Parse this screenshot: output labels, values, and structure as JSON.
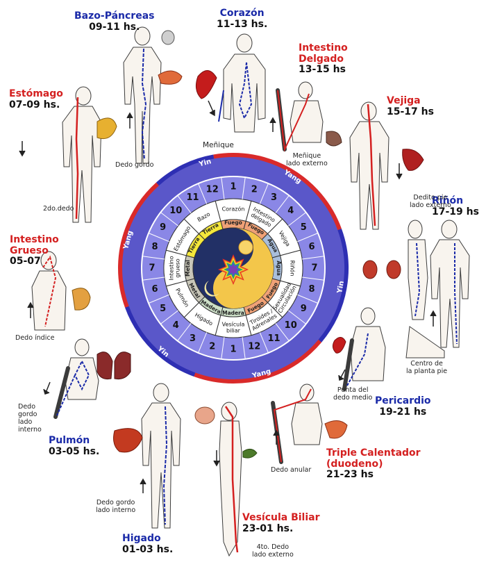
{
  "colors": {
    "red": "#d42020",
    "blue": "#1a2aa8",
    "ring_outer": "#5a57c9",
    "ring_light": "#8a87e6",
    "yin": "#2e2fb3",
    "yang": "#d92a2a",
    "fuego": "#f0a176",
    "tierra": "#f5e83b",
    "metal": "#c8c6b8",
    "agua": "#a9bedb",
    "madera": "#cde0c8",
    "center_dark": "#223066",
    "center_gold": "#f3c64a",
    "body_skin": "#f8f4ee",
    "outline": "#3b3b3b"
  },
  "wheel": {
    "hours": [
      "1",
      "2",
      "3",
      "4",
      "5",
      "6",
      "7",
      "8",
      "9",
      "10",
      "11",
      "12",
      "1",
      "2",
      "3",
      "4",
      "5",
      "6",
      "7",
      "8",
      "9",
      "10",
      "11",
      "12"
    ],
    "yin_label_1": "Yin",
    "yin_label_2": "Yin",
    "yin_label_3": "Yin",
    "yang_label_1": "Yang",
    "yang_label_2": "Yang",
    "yang_label_3": "Yang",
    "organs": [
      {
        "name": "Corazón",
        "element": "Fuego"
      },
      {
        "name": "Intestino delgado",
        "element": "Fuego"
      },
      {
        "name": "Vejiga",
        "element": "Agua"
      },
      {
        "name": "Riñón",
        "element": "Agua"
      },
      {
        "name": "Sexualidad Circulación",
        "element": "Fuego"
      },
      {
        "name": "Tiroides / Adrenales",
        "element": "Fuego"
      },
      {
        "name": "Vesícula biliar",
        "element": "Madera"
      },
      {
        "name": "Hígado",
        "element": "Madera"
      },
      {
        "name": "Pulmón",
        "element": "Metal"
      },
      {
        "name": "Intestino grueso",
        "element": "Metal"
      },
      {
        "name": "Estómago",
        "element": "Tierra"
      },
      {
        "name": "Bazo",
        "element": "Tierra"
      }
    ]
  },
  "meridians": {
    "bazo": {
      "name": "Bazo-Páncreas",
      "hours": "09-11 hs."
    },
    "corazon": {
      "name": "Corazón",
      "hours": "11-13 hs."
    },
    "intestino_delgado": {
      "name_1": "Intestino",
      "name_2": "Delgado",
      "hours": "13-15 hs"
    },
    "vejiga": {
      "name": "Vejiga",
      "hours": "15-17 hs"
    },
    "rinon": {
      "name": "Riñón",
      "hours": "17-19 hs"
    },
    "pericardio": {
      "name": "Pericardio",
      "hours": "19-21 hs"
    },
    "triple": {
      "name_1": "Triple Calentador",
      "name_2": "(duodeno)",
      "hours": "21-23 hs"
    },
    "vesicula": {
      "name": "Vesícula Biliar",
      "hours": "23-01 hs."
    },
    "higado": {
      "name": "Higado",
      "hours": "01-03 hs."
    },
    "pulmon": {
      "name": "Pulmón",
      "hours": "03-05 hs."
    },
    "intestino_grueso": {
      "name_1": "Intestino",
      "name_2": "Grueso",
      "hours": "05-07"
    },
    "estomago": {
      "name": "Estómago",
      "hours": "07-09 hs."
    }
  },
  "notes": {
    "dedo_gordo": "Dedo gordo",
    "menique": "Meñique",
    "menique_ext_1": "Meñique",
    "menique_ext_2": "lado externo",
    "dedito_1": "Dedito pie",
    "dedito_2": "lado externo",
    "dos_dedo": "2do.dedo",
    "dedo_indice": "Dedo índice",
    "gordo_int_1": "Dedo",
    "gordo_int_2": "gordo",
    "gordo_int_3": "lado",
    "gordo_int_4": "interno",
    "centro_1": "Centro de",
    "centro_2": "la planta pie",
    "punta_1": "Punta del",
    "punta_2": "dedo medio",
    "anular": "Dedo anular",
    "dedo_gordo_int_1": "Dedo gordo",
    "dedo_gordo_int_2": "lado interno",
    "cuarto_1": "4to. Dedo",
    "cuarto_2": "lado externo"
  }
}
